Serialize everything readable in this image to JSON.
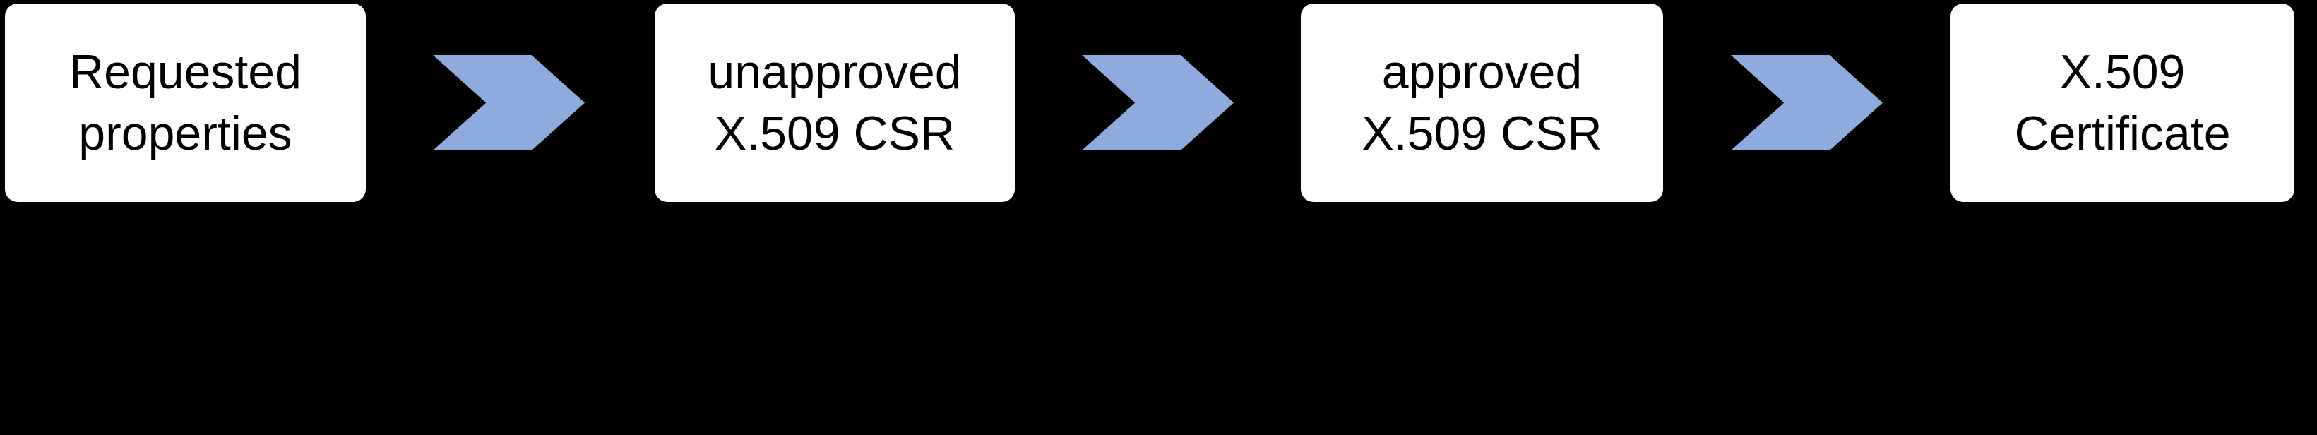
{
  "diagram": {
    "colors": {
      "background": "#000000",
      "box_fill": "#ffffff",
      "box_text": "#000000",
      "arrow": "#8faadc"
    },
    "arrow_icon": "chevron-right-icon",
    "steps": [
      {
        "line1": "Requested",
        "line2": "properties"
      },
      {
        "line1": "unapproved",
        "line2": "X.509 CSR"
      },
      {
        "line1": "approved",
        "line2": "X.509 CSR"
      },
      {
        "line1": "X.509",
        "line2": "Certificate"
      }
    ]
  }
}
